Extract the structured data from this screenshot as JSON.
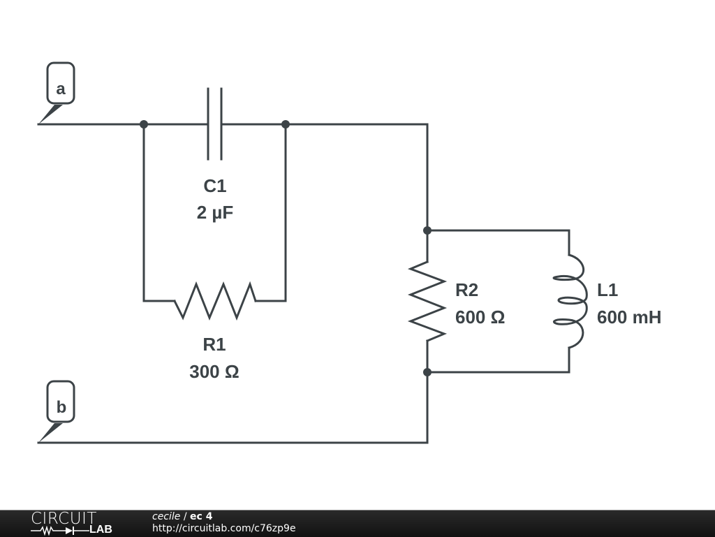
{
  "schematic": {
    "terminals": [
      {
        "id": "a",
        "label": "a"
      },
      {
        "id": "b",
        "label": "b"
      }
    ],
    "components": [
      {
        "ref": "C1",
        "value": "2 µF",
        "type": "capacitor"
      },
      {
        "ref": "R1",
        "value": "300 Ω",
        "type": "resistor"
      },
      {
        "ref": "R2",
        "value": "600 Ω",
        "type": "resistor"
      },
      {
        "ref": "L1",
        "value": "600 mH",
        "type": "inductor"
      }
    ],
    "colors": {
      "wire": "#3c4347",
      "background": "#ffffff"
    }
  },
  "footer": {
    "logo_top": "CIRCUIT",
    "logo_bottom": "LAB",
    "user": "cecile",
    "separator": " / ",
    "circuit_name": "ec 4",
    "url": "http://circuitlab.com/c76zp9e"
  }
}
